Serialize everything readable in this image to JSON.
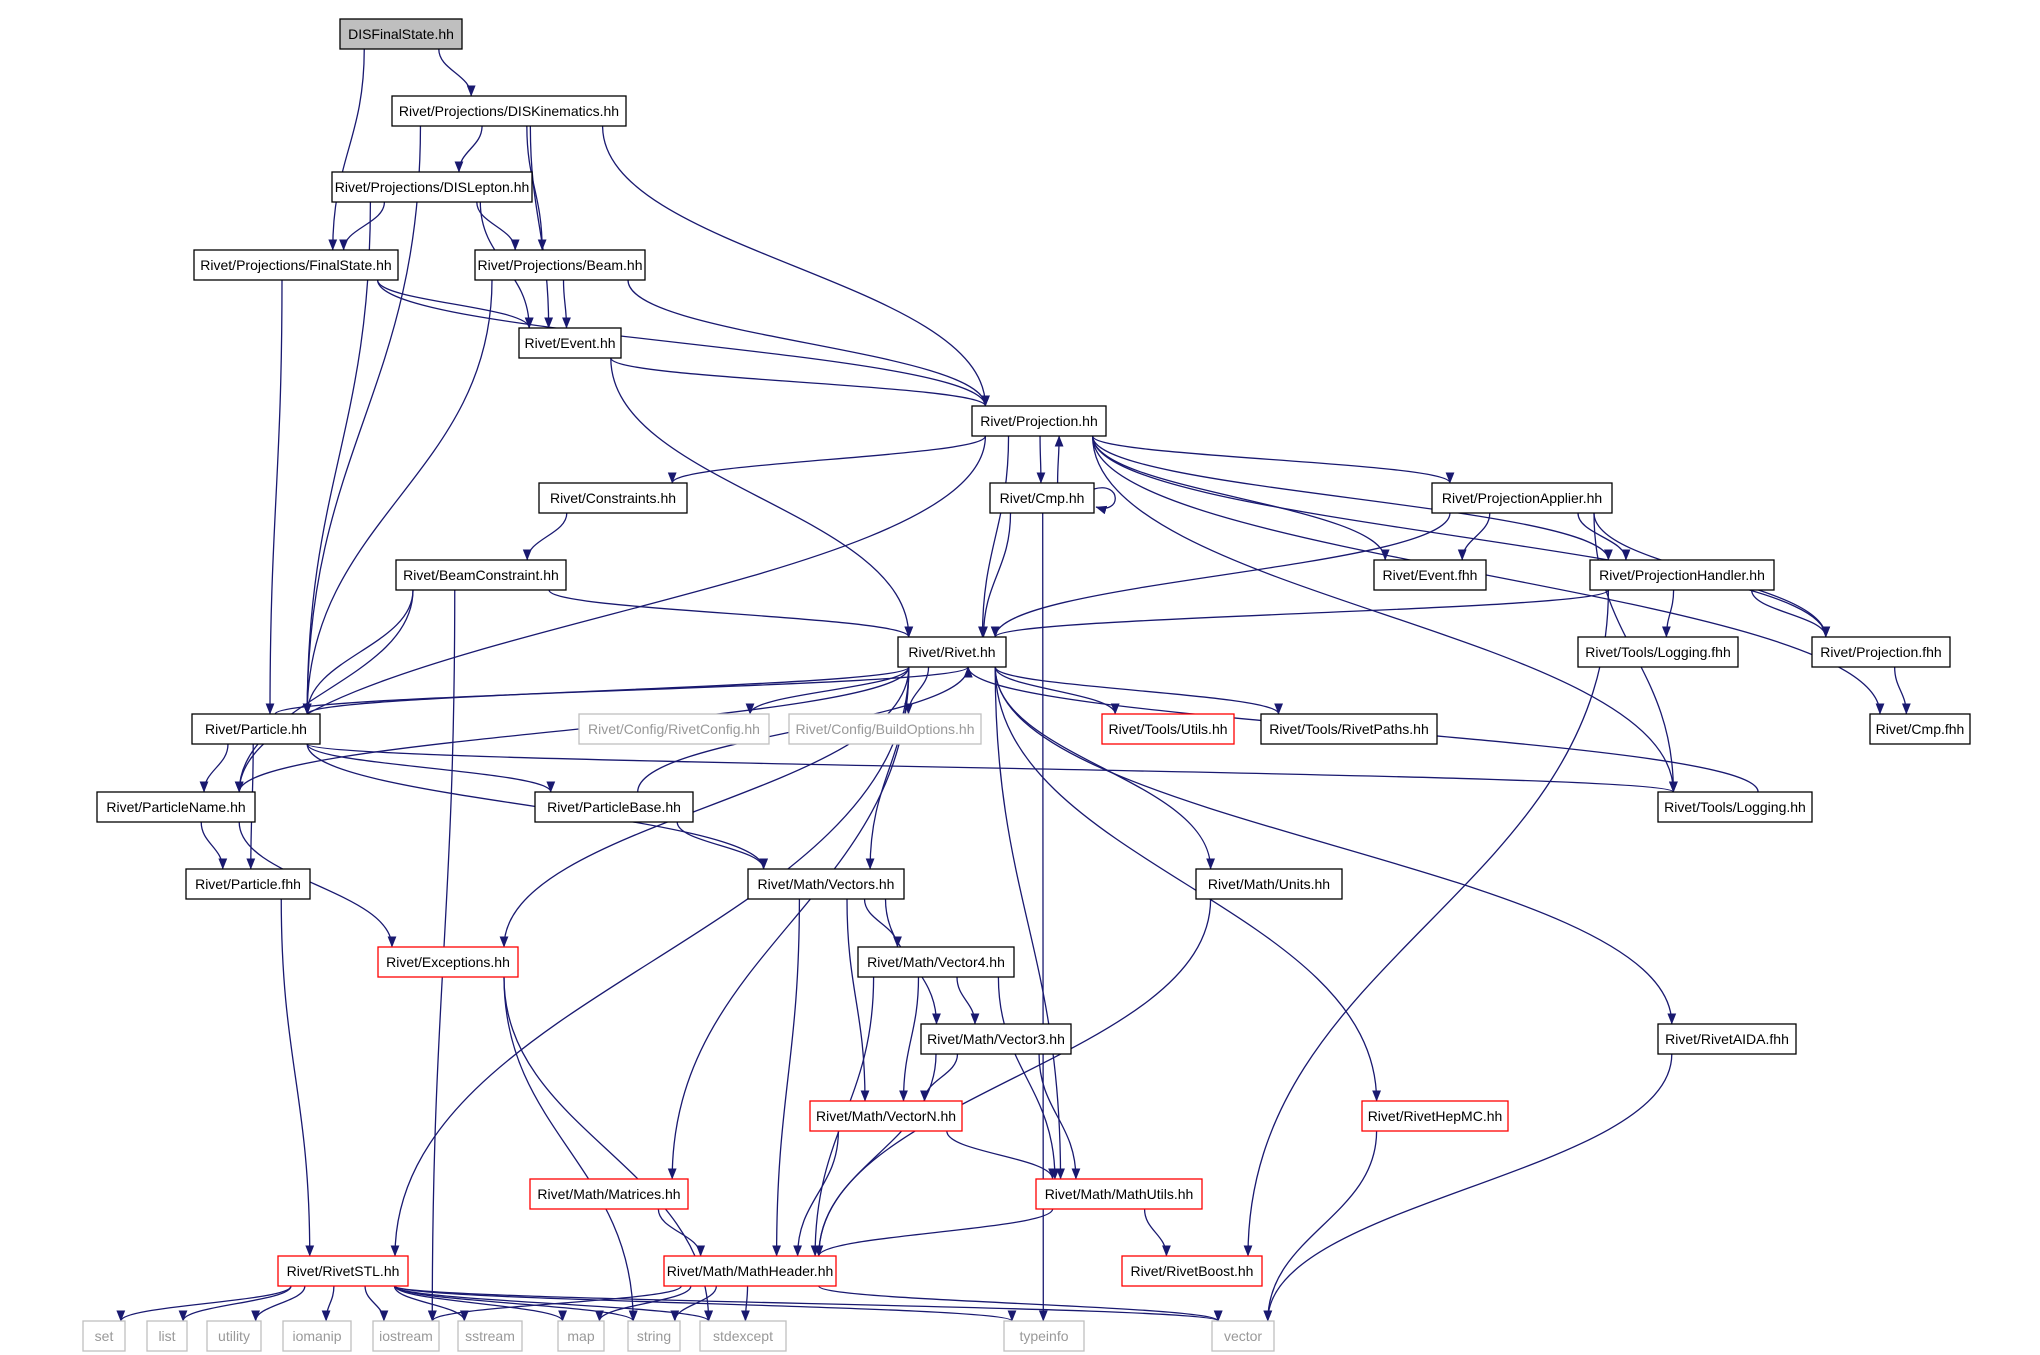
{
  "graph": {
    "title": "",
    "colors": {
      "edge": "#191970",
      "border_default": "#000000",
      "border_truncated": "#ff0000",
      "border_external": "#bfbfbf",
      "fill_root": "#bfbfbf",
      "fill_default": "#ffffff",
      "text_default": "#000000",
      "text_external": "#999999"
    },
    "nodes": [
      {
        "id": "n0",
        "label": "DISFinalState.hh",
        "kind": "root"
      },
      {
        "id": "n1",
        "label": "Rivet/Projections/DISKinematics.hh",
        "kind": "default"
      },
      {
        "id": "n2",
        "label": "Rivet/Projections/DISLepton.hh",
        "kind": "default"
      },
      {
        "id": "n3",
        "label": "Rivet/Projections/FinalState.hh",
        "kind": "default"
      },
      {
        "id": "n4",
        "label": "Rivet/Projections/Beam.hh",
        "kind": "default"
      },
      {
        "id": "n5",
        "label": "Rivet/Event.hh",
        "kind": "default"
      },
      {
        "id": "n6",
        "label": "Rivet/Projection.hh",
        "kind": "default"
      },
      {
        "id": "n7",
        "label": "Rivet/Constraints.hh",
        "kind": "default"
      },
      {
        "id": "n8",
        "label": "Rivet/Cmp.hh",
        "kind": "default"
      },
      {
        "id": "n9",
        "label": "Rivet/ProjectionApplier.hh",
        "kind": "default"
      },
      {
        "id": "n10",
        "label": "Rivet/BeamConstraint.hh",
        "kind": "default"
      },
      {
        "id": "n11",
        "label": "Rivet/Event.fhh",
        "kind": "default"
      },
      {
        "id": "n12",
        "label": "Rivet/ProjectionHandler.hh",
        "kind": "default"
      },
      {
        "id": "n13",
        "label": "Rivet/Rivet.hh",
        "kind": "default"
      },
      {
        "id": "n14",
        "label": "Rivet/Tools/Logging.fhh",
        "kind": "default"
      },
      {
        "id": "n15",
        "label": "Rivet/Projection.fhh",
        "kind": "default"
      },
      {
        "id": "n16",
        "label": "Rivet/Particle.hh",
        "kind": "default"
      },
      {
        "id": "n17",
        "label": "Rivet/Config/RivetConfig.hh",
        "kind": "external"
      },
      {
        "id": "n18",
        "label": "Rivet/Config/BuildOptions.hh",
        "kind": "external"
      },
      {
        "id": "n19",
        "label": "Rivet/Tools/Utils.hh",
        "kind": "truncated"
      },
      {
        "id": "n20",
        "label": "Rivet/Tools/RivetPaths.hh",
        "kind": "default"
      },
      {
        "id": "n21",
        "label": "Rivet/Cmp.fhh",
        "kind": "default"
      },
      {
        "id": "n22",
        "label": "Rivet/ParticleName.hh",
        "kind": "default"
      },
      {
        "id": "n23",
        "label": "Rivet/ParticleBase.hh",
        "kind": "default"
      },
      {
        "id": "n24",
        "label": "Rivet/Tools/Logging.hh",
        "kind": "default"
      },
      {
        "id": "n25",
        "label": "Rivet/Particle.fhh",
        "kind": "default"
      },
      {
        "id": "n26",
        "label": "Rivet/Math/Vectors.hh",
        "kind": "default"
      },
      {
        "id": "n27",
        "label": "Rivet/Math/Units.hh",
        "kind": "default"
      },
      {
        "id": "n28",
        "label": "Rivet/Exceptions.hh",
        "kind": "truncated"
      },
      {
        "id": "n29",
        "label": "Rivet/Math/Vector4.hh",
        "kind": "default"
      },
      {
        "id": "n30",
        "label": "Rivet/Math/Vector3.hh",
        "kind": "default"
      },
      {
        "id": "n31",
        "label": "Rivet/RivetAIDA.fhh",
        "kind": "default"
      },
      {
        "id": "n32",
        "label": "Rivet/Math/VectorN.hh",
        "kind": "truncated"
      },
      {
        "id": "n33",
        "label": "Rivet/RivetHepMC.hh",
        "kind": "truncated"
      },
      {
        "id": "n34",
        "label": "Rivet/Math/Matrices.hh",
        "kind": "truncated"
      },
      {
        "id": "n35",
        "label": "Rivet/Math/MathUtils.hh",
        "kind": "truncated"
      },
      {
        "id": "n36",
        "label": "Rivet/RivetSTL.hh",
        "kind": "truncated"
      },
      {
        "id": "n37",
        "label": "Rivet/Math/MathHeader.hh",
        "kind": "truncated"
      },
      {
        "id": "n38",
        "label": "Rivet/RivetBoost.hh",
        "kind": "truncated"
      },
      {
        "id": "n39",
        "label": "set",
        "kind": "external"
      },
      {
        "id": "n40",
        "label": "list",
        "kind": "external"
      },
      {
        "id": "n41",
        "label": "utility",
        "kind": "external"
      },
      {
        "id": "n42",
        "label": "iomanip",
        "kind": "external"
      },
      {
        "id": "n43",
        "label": "iostream",
        "kind": "external"
      },
      {
        "id": "n44",
        "label": "sstream",
        "kind": "external"
      },
      {
        "id": "n45",
        "label": "map",
        "kind": "external"
      },
      {
        "id": "n46",
        "label": "string",
        "kind": "external"
      },
      {
        "id": "n47",
        "label": "stdexcept",
        "kind": "external"
      },
      {
        "id": "n48",
        "label": "typeinfo",
        "kind": "external"
      },
      {
        "id": "n49",
        "label": "vector",
        "kind": "external"
      }
    ],
    "edges": [
      [
        "n0",
        "n1"
      ],
      [
        "n0",
        "n3"
      ],
      [
        "n1",
        "n2"
      ],
      [
        "n1",
        "n4"
      ],
      [
        "n1",
        "n5"
      ],
      [
        "n1",
        "n6"
      ],
      [
        "n1",
        "n16"
      ],
      [
        "n2",
        "n3"
      ],
      [
        "n2",
        "n4"
      ],
      [
        "n2",
        "n5"
      ],
      [
        "n2",
        "n16"
      ],
      [
        "n3",
        "n5"
      ],
      [
        "n3",
        "n6"
      ],
      [
        "n3",
        "n16"
      ],
      [
        "n4",
        "n5"
      ],
      [
        "n4",
        "n6"
      ],
      [
        "n4",
        "n16"
      ],
      [
        "n5",
        "n6"
      ],
      [
        "n5",
        "n13"
      ],
      [
        "n6",
        "n7"
      ],
      [
        "n6",
        "n8"
      ],
      [
        "n6",
        "n9"
      ],
      [
        "n6",
        "n11"
      ],
      [
        "n6",
        "n12"
      ],
      [
        "n6",
        "n13"
      ],
      [
        "n6",
        "n15"
      ],
      [
        "n6",
        "n21"
      ],
      [
        "n6",
        "n22"
      ],
      [
        "n6",
        "n24"
      ],
      [
        "n7",
        "n10"
      ],
      [
        "n8",
        "n6"
      ],
      [
        "n8",
        "n8"
      ],
      [
        "n8",
        "n13"
      ],
      [
        "n8",
        "n48"
      ],
      [
        "n9",
        "n11"
      ],
      [
        "n9",
        "n12"
      ],
      [
        "n9",
        "n13"
      ],
      [
        "n9",
        "n15"
      ],
      [
        "n9",
        "n24"
      ],
      [
        "n10",
        "n13"
      ],
      [
        "n10",
        "n16"
      ],
      [
        "n10",
        "n22"
      ],
      [
        "n10",
        "n43"
      ],
      [
        "n12",
        "n13"
      ],
      [
        "n12",
        "n14"
      ],
      [
        "n12",
        "n15"
      ],
      [
        "n12",
        "n38"
      ],
      [
        "n13",
        "n16"
      ],
      [
        "n13",
        "n17"
      ],
      [
        "n13",
        "n18"
      ],
      [
        "n13",
        "n19"
      ],
      [
        "n13",
        "n20"
      ],
      [
        "n13",
        "n22"
      ],
      [
        "n13",
        "n26"
      ],
      [
        "n13",
        "n27"
      ],
      [
        "n13",
        "n28"
      ],
      [
        "n13",
        "n31"
      ],
      [
        "n13",
        "n33"
      ],
      [
        "n13",
        "n34"
      ],
      [
        "n13",
        "n35"
      ],
      [
        "n13",
        "n36"
      ],
      [
        "n15",
        "n21"
      ],
      [
        "n16",
        "n13"
      ],
      [
        "n16",
        "n22"
      ],
      [
        "n16",
        "n23"
      ],
      [
        "n16",
        "n24"
      ],
      [
        "n16",
        "n25"
      ],
      [
        "n16",
        "n26"
      ],
      [
        "n22",
        "n25"
      ],
      [
        "n22",
        "n28"
      ],
      [
        "n23",
        "n13"
      ],
      [
        "n23",
        "n26"
      ],
      [
        "n24",
        "n13"
      ],
      [
        "n25",
        "n36"
      ],
      [
        "n26",
        "n29"
      ],
      [
        "n26",
        "n30"
      ],
      [
        "n26",
        "n32"
      ],
      [
        "n26",
        "n37"
      ],
      [
        "n27",
        "n37"
      ],
      [
        "n28",
        "n46"
      ],
      [
        "n28",
        "n47"
      ],
      [
        "n29",
        "n30"
      ],
      [
        "n29",
        "n32"
      ],
      [
        "n29",
        "n35"
      ],
      [
        "n29",
        "n37"
      ],
      [
        "n30",
        "n32"
      ],
      [
        "n30",
        "n35"
      ],
      [
        "n30",
        "n37"
      ],
      [
        "n31",
        "n49"
      ],
      [
        "n32",
        "n35"
      ],
      [
        "n32",
        "n37"
      ],
      [
        "n33",
        "n49"
      ],
      [
        "n34",
        "n37"
      ],
      [
        "n35",
        "n37"
      ],
      [
        "n35",
        "n38"
      ],
      [
        "n36",
        "n39"
      ],
      [
        "n36",
        "n40"
      ],
      [
        "n36",
        "n41"
      ],
      [
        "n36",
        "n42"
      ],
      [
        "n36",
        "n43"
      ],
      [
        "n36",
        "n44"
      ],
      [
        "n36",
        "n45"
      ],
      [
        "n36",
        "n46"
      ],
      [
        "n36",
        "n47"
      ],
      [
        "n36",
        "n48"
      ],
      [
        "n36",
        "n49"
      ],
      [
        "n37",
        "n43"
      ],
      [
        "n37",
        "n45"
      ],
      [
        "n37",
        "n46"
      ],
      [
        "n37",
        "n47"
      ],
      [
        "n37",
        "n49"
      ]
    ]
  }
}
